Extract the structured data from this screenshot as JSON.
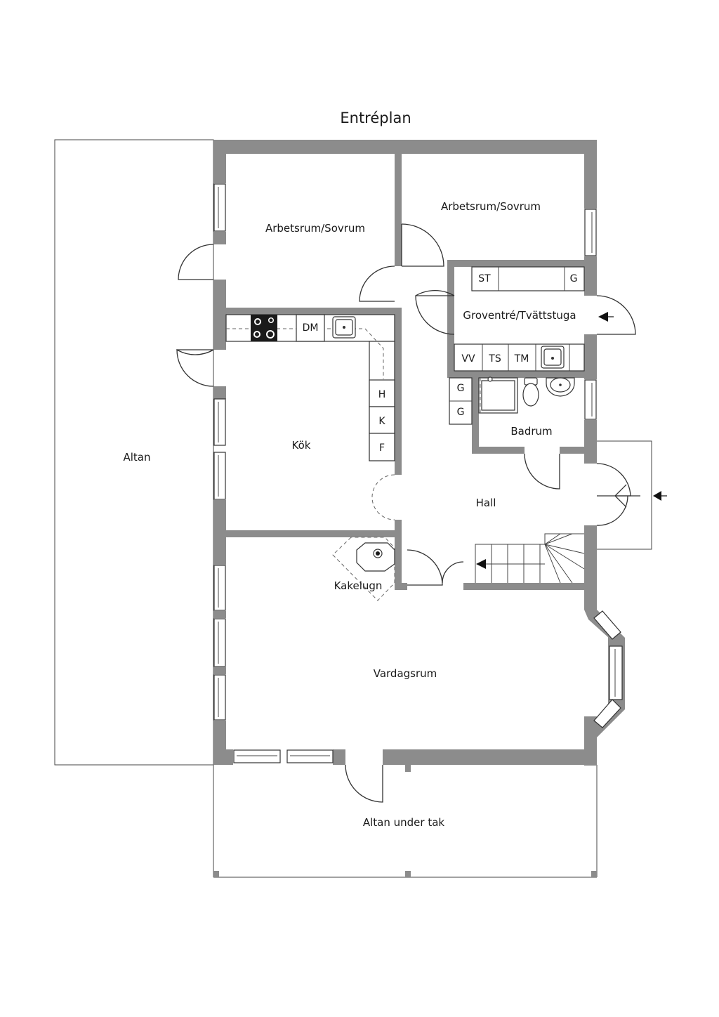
{
  "title": "Entréplan",
  "rooms": {
    "bedroom_left": "Arbetsrum/Sovrum",
    "bedroom_right": "Arbetsrum/Sovrum",
    "laundry": "Groventré/Tvättstuga",
    "kitchen": "Kök",
    "bathroom": "Badrum",
    "hall": "Hall",
    "stove": "Kakelugn",
    "living": "Vardagsrum",
    "deck": "Altan",
    "covered_deck": "Altan under tak"
  },
  "fixtures": {
    "dm": "DM",
    "h": "H",
    "k": "K",
    "f": "F",
    "st": "ST",
    "g_top": "G",
    "vv": "VV",
    "ts": "TS",
    "tm": "TM",
    "g_bath_1": "G",
    "g_bath_2": "G"
  }
}
